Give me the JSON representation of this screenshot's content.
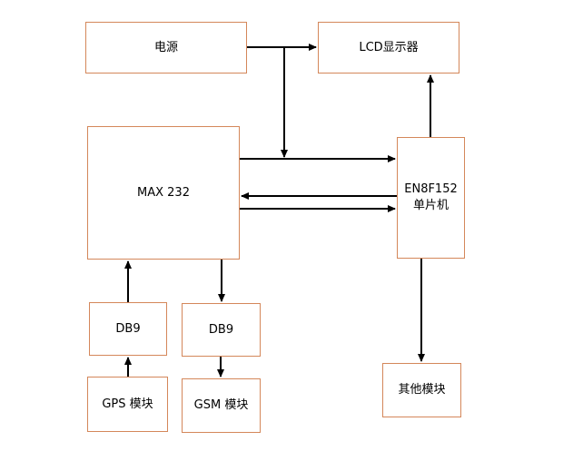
{
  "diagram": {
    "nodes": {
      "power": "电源",
      "lcd": "LCD显示器",
      "max232": "MAX 232",
      "mcu_line1": "EN8F152",
      "mcu_line2": "单片机",
      "db9_left": "DB9",
      "db9_right": "DB9",
      "gps": "GPS 模块",
      "gsm": "GSM 模块",
      "other": "其他模块"
    },
    "edges": [
      {
        "from": "power",
        "to": "lcd"
      },
      {
        "from": "power",
        "to": "mcu"
      },
      {
        "from": "mcu",
        "to": "lcd"
      },
      {
        "from": "max232",
        "to": "mcu"
      },
      {
        "from": "mcu",
        "to": "max232"
      },
      {
        "from": "max232",
        "to": "mcu"
      },
      {
        "from": "db9_left",
        "to": "max232"
      },
      {
        "from": "gps",
        "to": "db9_left"
      },
      {
        "from": "max232",
        "to": "db9_right"
      },
      {
        "from": "db9_right",
        "to": "gsm"
      },
      {
        "from": "mcu",
        "to": "other"
      }
    ]
  }
}
